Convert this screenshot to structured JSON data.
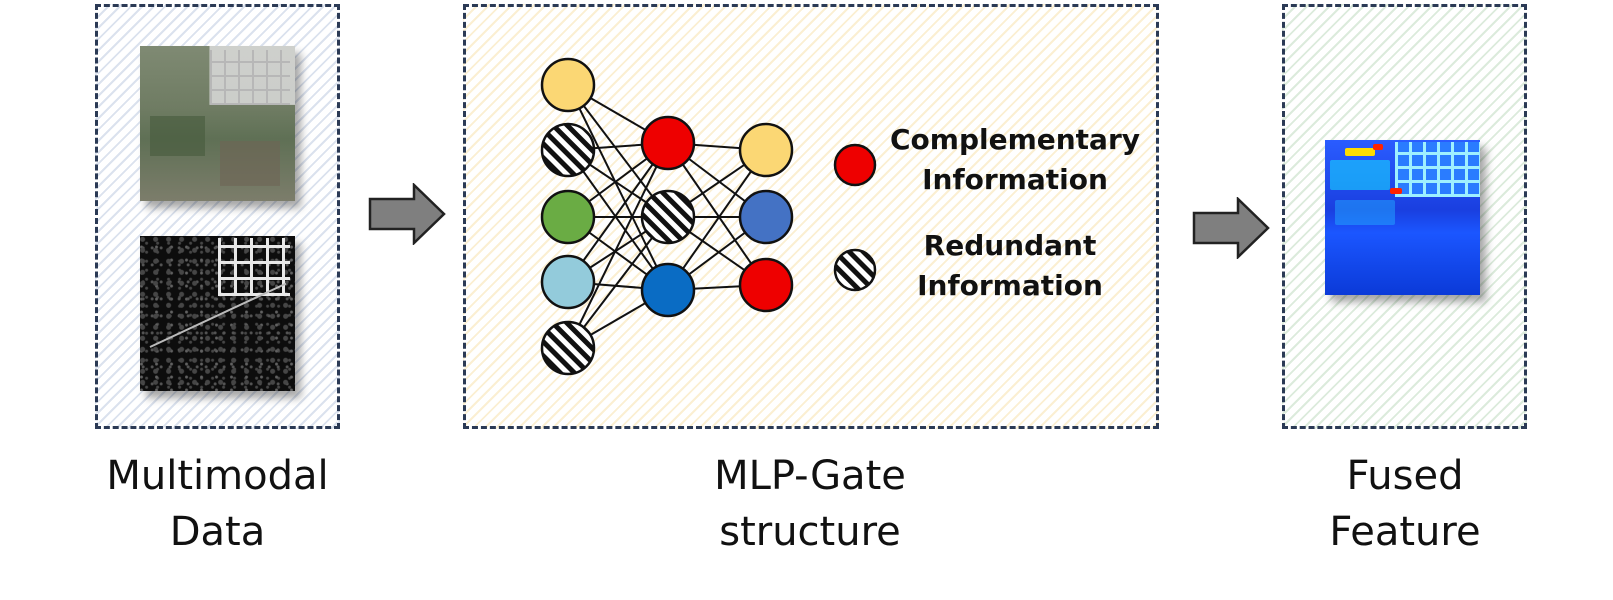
{
  "panels": {
    "left": {
      "label_line1": "Multimodal",
      "label_line2": "Data",
      "images": [
        "rgb-image",
        "sar-image"
      ]
    },
    "middle": {
      "label_line1": "MLP-Gate",
      "label_line2": "structure",
      "legend": [
        {
          "kind": "complementary",
          "line1": "Complementary",
          "line2": "Information",
          "color": "#ee0000"
        },
        {
          "kind": "redundant",
          "line1": "Redundant",
          "line2": "Information",
          "pattern": "hatched"
        }
      ]
    },
    "right": {
      "label_line1": "Fused",
      "label_line2": "Feature",
      "images": [
        "fused-heatmap-image"
      ]
    }
  },
  "network": {
    "layers": [
      [
        "#fbd774",
        "hatch",
        "#6aac44",
        "#93cbdb",
        "hatch"
      ],
      [
        "#ee0000",
        "hatch",
        "#0a6cc4"
      ],
      [
        "#fbd774",
        "#4472c4",
        "#ee0000"
      ]
    ]
  },
  "colors": {
    "panel_border": "#2b3a55",
    "arrow_fill": "#7f7f7f",
    "complementary": "#ee0000"
  }
}
